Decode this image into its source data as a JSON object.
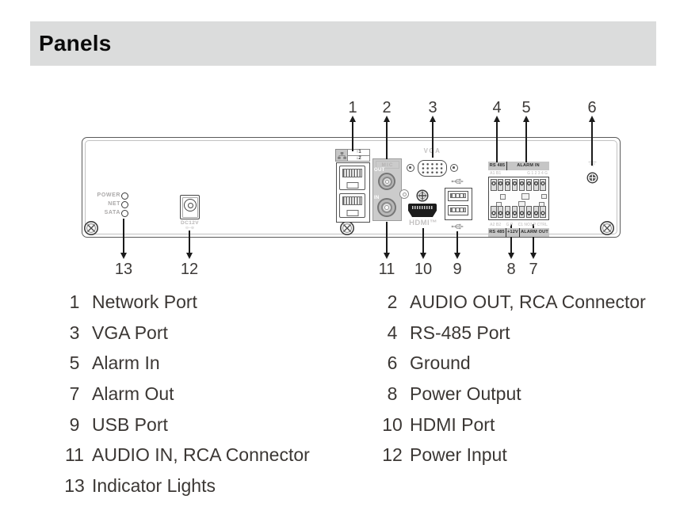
{
  "header": {
    "title": "Panels"
  },
  "diagram": {
    "indicators": {
      "labels": [
        "POWER",
        "NET",
        "SATA"
      ]
    },
    "power_input": {
      "label": "DC12V",
      "polarity": "⊖–⊕"
    },
    "network": {
      "up_label": "↑1",
      "down_label": "↓2"
    },
    "audio": {
      "title": "MIC",
      "out_label": "OUT",
      "in_label": "IN"
    },
    "vga": {
      "label": "VGA"
    },
    "hdmi": {
      "label": "HDMI™"
    },
    "terminal": {
      "top_strip_left": "RS 485",
      "top_strip_right": "ALARM IN",
      "top_pins_left": "A1 B1",
      "top_pins_right": "G  1  2  3  4  G",
      "bottom_pins_left": "A2 B2",
      "bottom_pins_mid": "G  P",
      "bottom_pins_right": "C1 NO1 P CTRL",
      "bottom_strip_left": "RS 485",
      "bottom_strip_mid": "+12V",
      "bottom_strip_right": "ALARM OUT"
    },
    "callouts": {
      "top": [
        "1",
        "2",
        "3",
        "4",
        "5",
        "6"
      ],
      "bottom": [
        "13",
        "12",
        "11",
        "10",
        "9",
        "8",
        "7"
      ]
    }
  },
  "legend": {
    "left": [
      {
        "num": "1",
        "label": "Network Port"
      },
      {
        "num": "3",
        "label": "VGA Port"
      },
      {
        "num": "5",
        "label": "Alarm In"
      },
      {
        "num": "7",
        "label": "Alarm Out"
      },
      {
        "num": "9",
        "label": "USB Port"
      },
      {
        "num": "11",
        "label": "AUDIO IN, RCA Connector"
      },
      {
        "num": "13",
        "label": "Indicator Lights"
      }
    ],
    "right": [
      {
        "num": "2",
        "label": "AUDIO OUT, RCA Connector"
      },
      {
        "num": "4",
        "label": "RS-485 Port"
      },
      {
        "num": "6",
        "label": "Ground"
      },
      {
        "num": "8",
        "label": "Power Output"
      },
      {
        "num": "10",
        "label": "HDMI Port"
      },
      {
        "num": "12",
        "label": "Power Input"
      }
    ]
  },
  "colors": {
    "header_bg": "#dbdcdc",
    "text": "#3b3734",
    "panel_line": "#5a5a5a",
    "muted_label": "#b9b7b7",
    "block_gray": "#cbcbcb",
    "strip_gray": "#c6c6c6"
  }
}
